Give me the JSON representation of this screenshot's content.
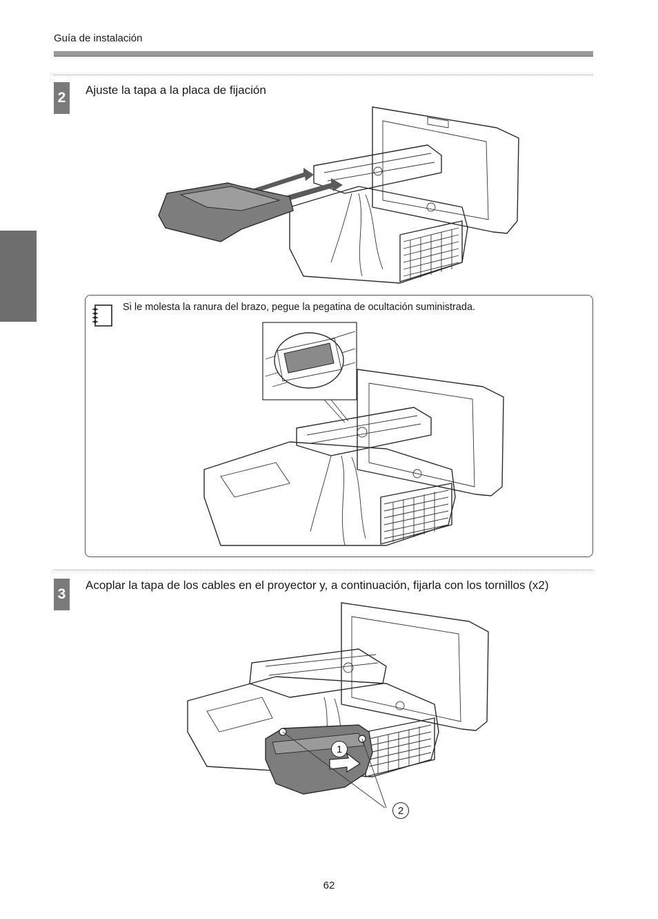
{
  "header": {
    "title": "Guía de instalación"
  },
  "steps": [
    {
      "number": "2",
      "text": "Ajuste la tapa a la placa de fijación"
    },
    {
      "number": "3",
      "text": "Acoplar la tapa de los cables en el proyector y, a continuación, fijarla con los tornillos (x2)"
    }
  ],
  "note": {
    "icon": "notepad-icon",
    "text": "Si le molesta la ranura del brazo, pegue la pegatina de ocultación suministrada."
  },
  "callouts": {
    "one": "1",
    "two": "2"
  },
  "page_number": "62"
}
